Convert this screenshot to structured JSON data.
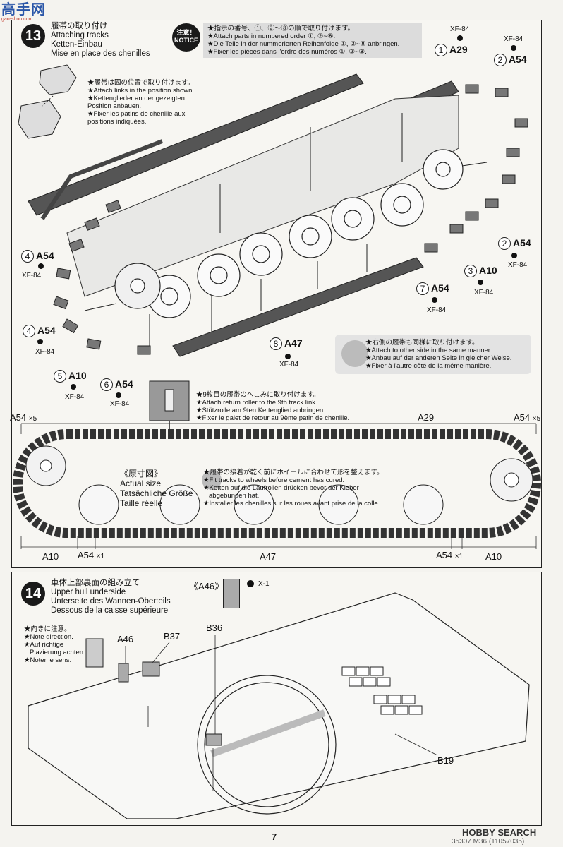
{
  "watermark_top_left": {
    "logo_text": "高手网",
    "url": "gao-shou.com"
  },
  "step13": {
    "number": "13",
    "title_jp": "履帯の取り付け",
    "title_en": "Attaching tracks",
    "title_de": "Ketten-Einbau",
    "title_fr": "Mise en place des chenilles",
    "notice_badge": "注意！\nNOTICE",
    "notice_lines": [
      "★指示の番号、①、②～⑧の順で取り付けます。",
      "★Attach parts in numbered order ①, ②~⑧.",
      "★Die Teile in der nummerierten Reihenfolge ①, ②~⑧ anbringen.",
      "★Fixer les pièces dans l'ordre des numéros ①, ②~⑧."
    ],
    "link_note": [
      "★履帯は図の位置で取り付けます。",
      "★Attach links in the position shown.",
      "★Kettenglieder an der gezeigten",
      "Position anbauen.",
      "★Fixer les patins de chenille aux",
      "positions indiquées."
    ],
    "callouts": [
      {
        "num": "1",
        "part": "A29",
        "paint": ""
      },
      {
        "num": "2",
        "part": "A54",
        "paint": "XF-84"
      },
      {
        "num": "2",
        "part": "A54",
        "paint": "XF-84"
      },
      {
        "num": "3",
        "part": "A10",
        "paint": "XF-84"
      },
      {
        "num": "4",
        "part": "A54",
        "paint": "XF-84"
      },
      {
        "num": "4",
        "part": "A54",
        "paint": "XF-84"
      },
      {
        "num": "5",
        "part": "A10",
        "paint": "XF-84"
      },
      {
        "num": "6",
        "part": "A54",
        "paint": "XF-84"
      },
      {
        "num": "7",
        "part": "A54",
        "paint": "XF-84"
      },
      {
        "num": "8",
        "part": "A47",
        "paint": "XF-84"
      }
    ],
    "paint_top_1": "XF-84",
    "paint_top_2": "XF-84",
    "other_side_note": [
      "★右側の履帯も同様に取り付けます。",
      "★Attach to other side in the same manner.",
      "★Anbau auf der anderen Seite in gleicher Weise.",
      "★Fixer à l'autre côté de la même manière."
    ],
    "return_roller_note": [
      "★9枚目の履帯のへこみに取り付けます。",
      "★Attach return roller to the 9th track link.",
      "★Stützrolle am 9ten Kettenglied anbringen.",
      "★Fixer le galet de retour au 9ème patin de chenille."
    ],
    "actual_size": [
      "《原寸図》",
      "Actual size",
      "Tatsächliche Größe",
      "Taille réelle"
    ],
    "fit_note": [
      "★履帯の接着が乾く前にホイールに合わせて形を整えます。",
      "★Fit tracks to wheels before cement has cured.",
      "★Ketten auf die Laufrollen drücken bevor der Kleber",
      "abgebunden hat.",
      "★Installer les chenilles sur les roues avant prise de la colle."
    ],
    "track_labels_top": {
      "left": "A54",
      "left_mult": "×5",
      "mid": "A29",
      "right": "A54",
      "right_mult": "×5"
    },
    "track_labels_bottom": {
      "a10_left": "A10",
      "a54_left": "A54",
      "a54_left_mult": "×1",
      "a47": "A47",
      "a54_right": "A54",
      "a54_right_mult": "×1",
      "a10_right": "A10"
    }
  },
  "step14": {
    "number": "14",
    "title_jp": "車体上部裏面の組み立て",
    "title_en": "Upper hull underside",
    "title_de": "Unterseite des Wannen-Oberteils",
    "title_fr": "Dessous de la caisse supérieure",
    "direction_note": [
      "★向きに注意。",
      "★Note direction.",
      "★Auf richtige",
      "Plazierung achten.",
      "★Noter le sens."
    ],
    "a46_label": "《A46》",
    "a46_paint": "X-1",
    "parts": [
      "A46",
      "B37",
      "B36",
      "B19"
    ]
  },
  "page_number": "7",
  "footer_watermark": "HOBBY SEARCH",
  "footer_code": "35307 M36 (11057035)"
}
